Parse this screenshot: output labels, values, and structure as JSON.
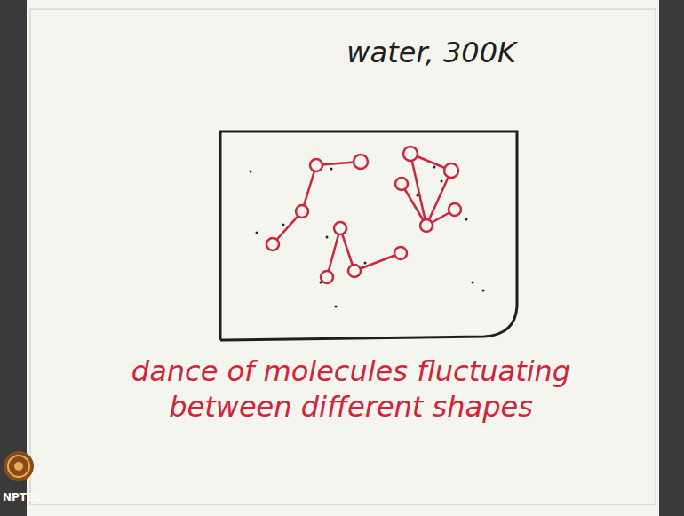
{
  "diagram": {
    "caption": "dance of molecules fluctuating between different shapes",
    "nodes": [
      {
        "text": [
          "water, 300K"
        ]
      }
    ],
    "labels": [
      "NPTEL"
    ]
  }
}
